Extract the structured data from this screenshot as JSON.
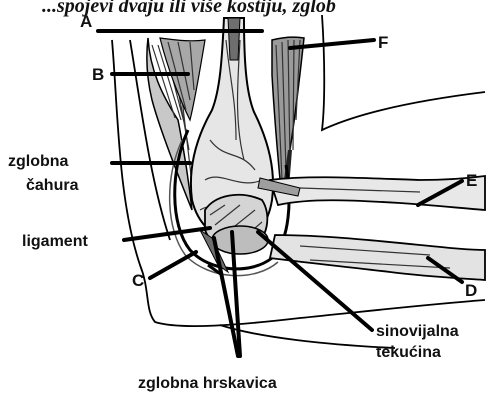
{
  "header": {
    "text": "...spojevi dvaju ili više kostiju, zglob"
  },
  "labels": {
    "A": "A",
    "B": "B",
    "C": "C",
    "D": "D",
    "E": "E",
    "F": "F",
    "zglobna_cahura_line1": "zglobna",
    "zglobna_cahura_line2": "čahura",
    "ligament": "ligament",
    "sinovijalna_line1": "sinovijalna",
    "sinovijalna_line2": "tekućina",
    "zglobna_hrskavica": "zglobna hrskavica"
  },
  "colors": {
    "ink": "#111111",
    "tissue_light": "#e8e8e8",
    "tissue_mid": "#bdbdbd",
    "tissue_dark": "#6e6e6e"
  }
}
